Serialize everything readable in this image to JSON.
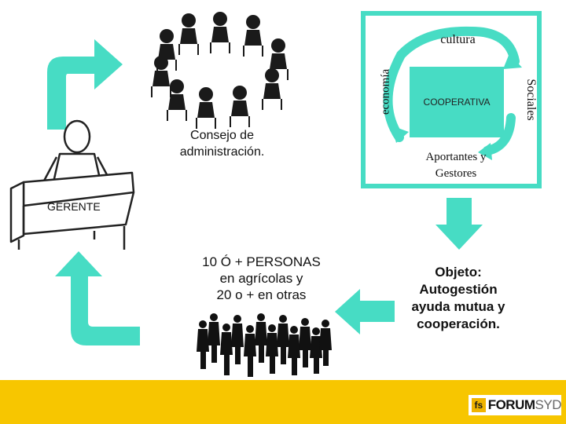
{
  "colors": {
    "accent": "#47dcc4",
    "footer": "#f7c600",
    "ink": "#111111"
  },
  "labels": {
    "cultura": "cultura",
    "economia": "economía",
    "sociales": "Sociales",
    "cooperativa": "COOPERATIVA",
    "aportantes_1": "Aportantes y",
    "aportantes_2": "Gestores",
    "consejo_1": "Consejo de",
    "consejo_2": "administración.",
    "gerente": "GERENTE",
    "personas_1": "10 Ó + PERSONAS",
    "personas_2": "en agrícolas y",
    "personas_3": "20 o + en otras",
    "objetivo_1": "Objeto:",
    "objetivo_2": "Autogestión",
    "objetivo_3": "ayuda mutua y",
    "objetivo_4": "cooperación."
  },
  "logo": {
    "mark": "fs",
    "text_bold": "FORUM",
    "text_light": "SYD"
  },
  "icons": [
    "manager-at-desk-icon",
    "board-meeting-circle-icon",
    "crowd-of-people-icon",
    "cycle-arrows-icon"
  ]
}
